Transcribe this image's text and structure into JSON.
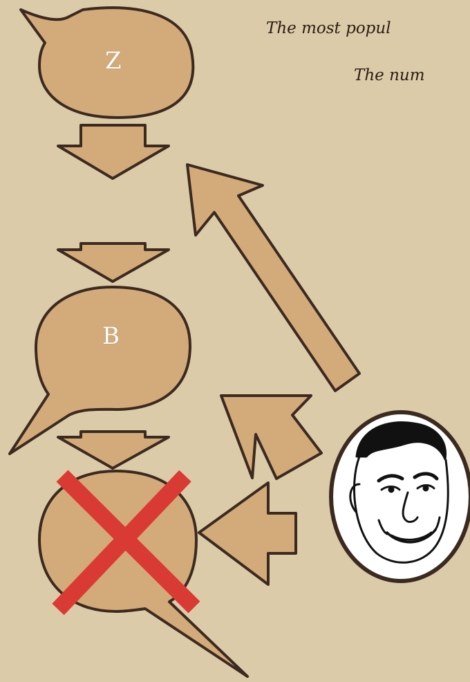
{
  "captions": {
    "line1": "The most popul",
    "line2": "The num"
  },
  "bubbles": {
    "top_letter": "Z",
    "middle_letter": "B"
  },
  "colors": {
    "background": "#dccba9",
    "shape_fill": "#d3aa7a",
    "shape_stroke": "#3b2a1f",
    "cross": "#d93a33"
  },
  "icons": {
    "character": "retro-man-face-illustration",
    "rejected": "red-x-cross"
  }
}
